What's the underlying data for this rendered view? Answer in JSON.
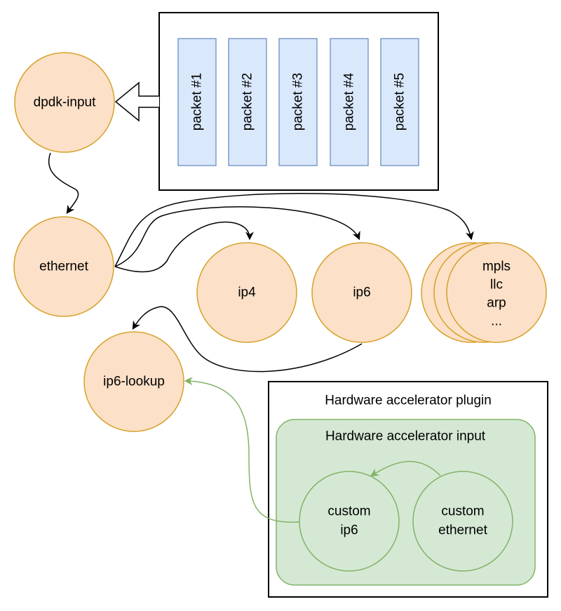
{
  "nodes": {
    "dpdk_input": "dpdk-input",
    "ethernet": "ethernet",
    "ip4": "ip4",
    "ip6": "ip6",
    "others": [
      "mpls",
      "llc",
      "arp",
      "..."
    ],
    "ip6_lookup": "ip6-lookup",
    "custom_ip6": [
      "custom",
      "ip6"
    ],
    "custom_ethernet": [
      "custom",
      "ethernet"
    ]
  },
  "packets": [
    "packet #1",
    "packet #2",
    "packet #3",
    "packet #4",
    "packet #5"
  ],
  "plugin": {
    "title": "Hardware accelerator plugin",
    "input_title": "Hardware accelerator input"
  },
  "colors": {
    "node_fill": "#fce0c7",
    "node_stroke": "#d6a12a",
    "packet_fill": "#dae8fc",
    "packet_stroke": "#6c8ebf",
    "green_fill": "#d5e8d4",
    "green_stroke": "#82b366"
  }
}
